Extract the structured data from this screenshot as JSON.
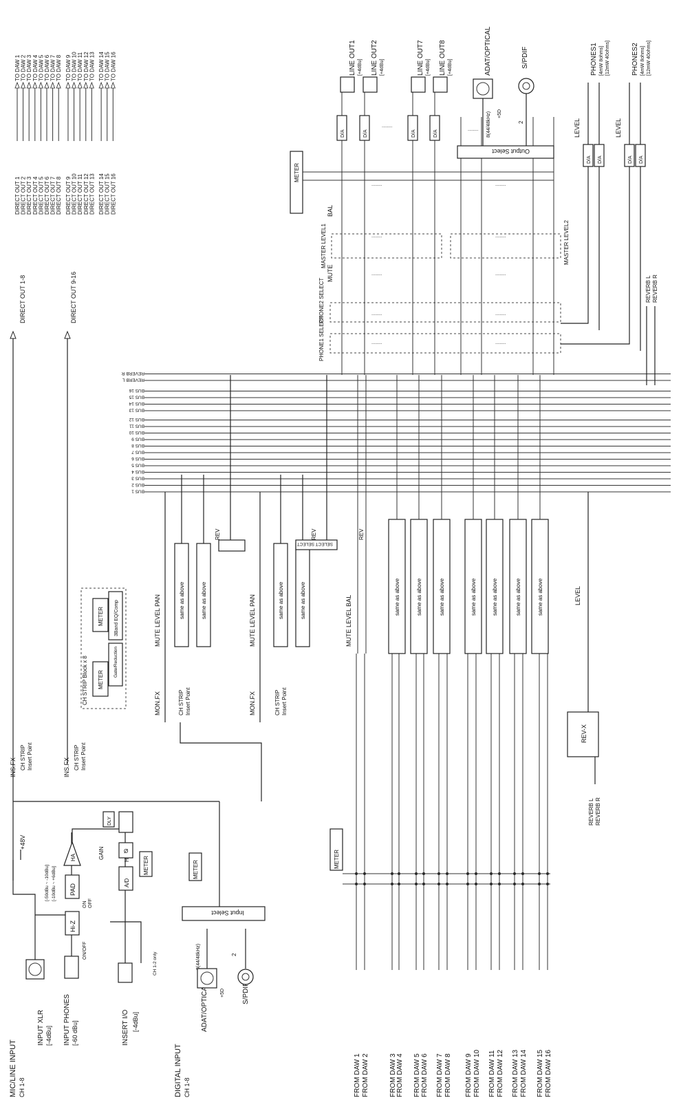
{
  "inputs": {
    "mic_line": {
      "title": "MIC/LINE INPUT",
      "sub": "CH 1-8"
    },
    "xlr": {
      "label": "INPUT XLR",
      "level": "[-4dBu]"
    },
    "phones": {
      "label": "INPUT PHONES",
      "level": "[-60 dBu]"
    },
    "insert": {
      "label": "INSERT I/O",
      "level": "[-4dBu]",
      "note": "CH 1-2 only"
    },
    "digital": {
      "title": "DIGITAL INPUT",
      "sub": "CH 1-8",
      "adat": "ADAT/OPTICAL",
      "spdif": "S/PDIF",
      "adat_ch": "8(44/48kHz)",
      "spdif_ch": "2",
      "power": "+5D"
    }
  },
  "blocks": {
    "phantom": "+48V",
    "hiz": "Hi-Z",
    "pad": "PAD",
    "ha": "HA",
    "gain": "GAIN",
    "pad_range": "[-50dBu ~ -10dBu]",
    "pad_range2": "[-10dBu ~ +6dBu]",
    "ad": "A/D",
    "hpf": "HPF",
    "meter": "METER",
    "phase": "Ø",
    "delay": "DLY",
    "input_select": "Input Select",
    "on_off": "ON/OFF",
    "on": "ON",
    "off": "OFF"
  },
  "direct_out": {
    "out_1_8": "DIRECT OUT 1-8",
    "out_9_16": "DIRECT OUT 9-16",
    "sources": [
      "DIRECT OUT 1",
      "DIRECT OUT 2",
      "DIRECT OUT 3",
      "DIRECT OUT 4",
      "DIRECT OUT 5",
      "DIRECT OUT 6",
      "DIRECT OUT 7",
      "DIRECT OUT 8",
      "DIRECT OUT 9",
      "DIRECT OUT 10",
      "DIRECT OUT 11",
      "DIRECT OUT 12",
      "DIRECT OUT 13",
      "DIRECT OUT 14",
      "DIRECT OUT 15",
      "DIRECT OUT 16"
    ],
    "targets": [
      "TO DAW 1",
      "TO DAW 2",
      "TO DAW 3",
      "TO DAW 4",
      "TO DAW 5",
      "TO DAW 6",
      "TO DAW 7",
      "TO DAW 8",
      "TO DAW 9",
      "TO DAW 10",
      "TO DAW 11",
      "TO DAW 12",
      "TO DAW 13",
      "TO DAW 14",
      "TO DAW 15",
      "TO DAW 16"
    ]
  },
  "fx": {
    "ins_fx": "INS.FX",
    "ch_strip": "CH STRIP",
    "insert_point": "Insert Point",
    "mon_fx": "MON.FX",
    "ch_strip_block": "CH STRIP Block x 8",
    "gate": "Gate/Reduction",
    "eq": "3Band EQ/Comp",
    "rev": "REV",
    "rev_x": "REV-X",
    "reverb_l": "REVERB L",
    "reverb_r": "REVERB R",
    "select": "SELECT SELECT"
  },
  "mixer": {
    "mute_level_pan": "MUTE LEVEL PAN",
    "mute_level_bal": "MUTE LEVEL BAL",
    "same_as_above": "same as above",
    "level": "LEVEL",
    "phone1_select": "PHONE1 SELECT",
    "phone2_select": "PHONE2 SELECT",
    "mute": "MUTE",
    "master1": "MASTER LEVEL1",
    "master2": "MASTER LEVEL2",
    "bal": "BAL",
    "output_select": "Output Select",
    "da": "D/A",
    "dots": "........"
  },
  "buses": [
    "BUS 1",
    "BUS 2",
    "BUS 3",
    "BUS 4",
    "BUS 5",
    "BUS 6",
    "BUS 7",
    "BUS 8",
    "BUS 9",
    "BUS 10",
    "BUS 11",
    "BUS 12",
    "BUS 13",
    "BUS 14",
    "BUS 15",
    "BUS 16",
    "REVERB L",
    "REVERB R"
  ],
  "daw_inputs": [
    "FROM DAW 1",
    "FROM DAW 2",
    "FROM DAW 3",
    "FROM DAW 4",
    "FROM DAW 5",
    "FROM DAW 6",
    "FROM DAW 7",
    "FROM DAW 8",
    "FROM DAW 9",
    "FROM DAW 10",
    "FROM DAW 11",
    "FROM DAW 12",
    "FROM DAW 13",
    "FROM DAW 14",
    "FROM DAW 15",
    "FROM DAW 16"
  ],
  "outputs": {
    "line_out1": "LINE OUT1",
    "line_out2": "LINE OUT2",
    "line_out7": "LINE OUT7",
    "line_out8": "LINE OUT8",
    "line_level": "[+4dBu]",
    "adat": "ADAT/OPTICAL",
    "spdif": "S/PDIF",
    "adat_ch": "8(44/48kHz)",
    "spdif_ch": "2",
    "power": "+5D",
    "phones1": "PHONES1",
    "phones2": "PHONES2",
    "phones_spec1": "[4mW 8ohms]",
    "phones_spec2": "[12mW 40ohms]",
    "meter": "METER"
  }
}
